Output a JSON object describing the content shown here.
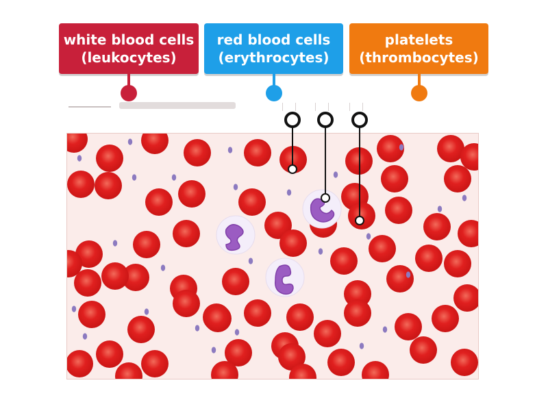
{
  "labels": {
    "wbc": {
      "line1": "white blood cells",
      "line2": "(leukocytes)",
      "color": "#c8203a"
    },
    "rbc": {
      "line1": "red blood cells",
      "line2": "(erythrocytes)",
      "color": "#1e9fe8"
    },
    "plt": {
      "line1": "platelets",
      "line2": "(thrombocytes)",
      "color": "#f07a10"
    }
  },
  "colors": {
    "rbc_fill": "#e0201f",
    "rbc_rim": "#c81414",
    "rbc_center": "#f26a5a",
    "platelet": "#8c7ac0",
    "wbc_nucleus": "#9b5cc2",
    "wbc_cytoplasm": "#f4eefa",
    "smear_bg": "#fbecea"
  },
  "icons": {
    "wbc_target": "pin-ring-icon",
    "rbc_target": "pin-ring-icon",
    "plt_target": "pin-ring-icon"
  }
}
